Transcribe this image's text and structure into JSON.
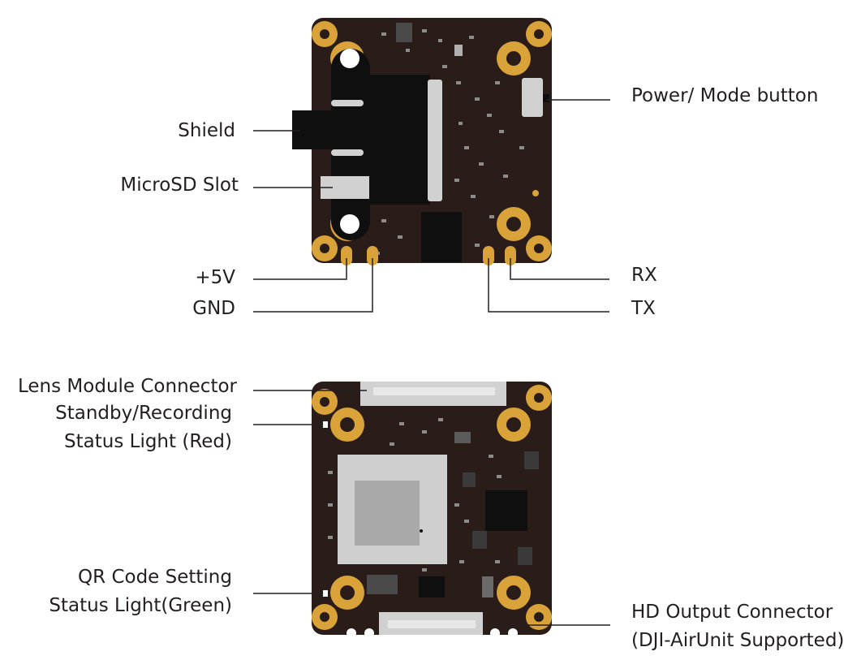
{
  "top_board": {
    "labels": {
      "power_mode_button": "Power/ Mode button",
      "shield": "Shield",
      "microsd_slot": "MicroSD Slot",
      "plus_5v": "+5V",
      "gnd": "GND",
      "rx": "RX",
      "tx": "TX"
    }
  },
  "bottom_board": {
    "labels": {
      "lens_module_connector": "Lens Module Connector",
      "standby_recording_line1": "Standby/Recording",
      "standby_recording_line2": "Status Light (Red)",
      "qr_code_line1": "QR Code Setting",
      "qr_code_line2": "Status Light(Green)",
      "hd_output_line1": "HD Output Connector",
      "hd_output_line2": "(DJI-AirUnit Supported)"
    }
  },
  "colors": {
    "pcb": "#2a1d19",
    "gold_pad": "#d9a33a",
    "shield_black": "#0f0f0f",
    "silver": "#d1d1d1",
    "leader_line": "#231f20"
  }
}
